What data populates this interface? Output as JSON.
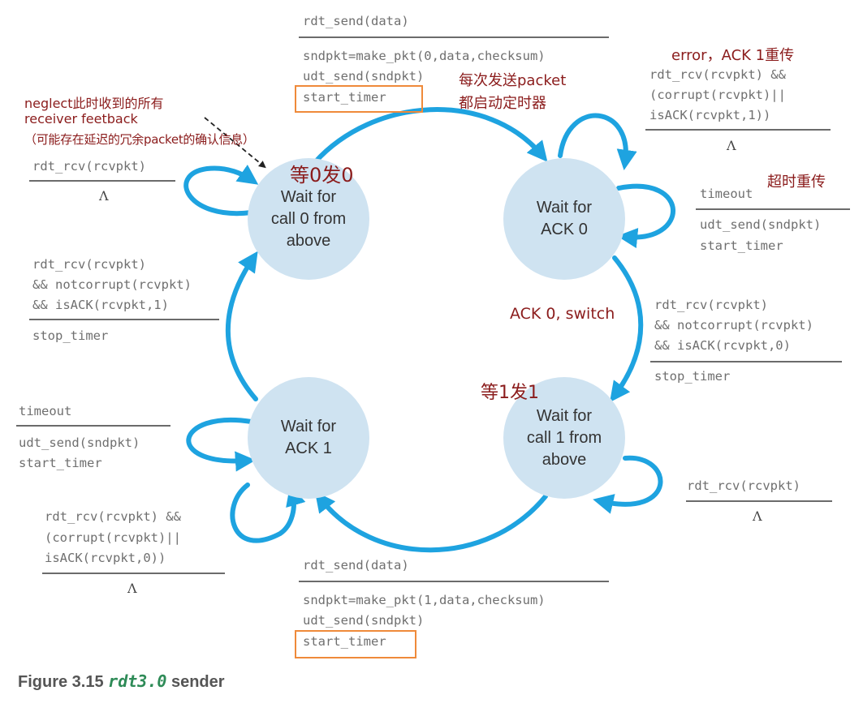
{
  "states": {
    "s0": "Wait for\ncall 0 from\nabove",
    "s1": "Wait for\nACK 0",
    "s2": "Wait for\ncall 1 from\nabove",
    "s3": "Wait for\nACK 1"
  },
  "transitions": {
    "t_s0_s1": {
      "event": "rdt_send(data)",
      "actions": [
        "sndpkt=make_pkt(0,data,checksum)",
        "udt_send(sndpkt)",
        "start_timer"
      ]
    },
    "t_s1_loop_err": {
      "event": [
        "rdt_rcv(rcvpkt) &&",
        "(corrupt(rcvpkt)||",
        "isACK(rcvpkt,1))"
      ],
      "action": "Λ"
    },
    "t_s1_timeout": {
      "event": "timeout",
      "actions": [
        "udt_send(sndpkt)",
        "start_timer"
      ]
    },
    "t_s1_s2": {
      "event": [
        "rdt_rcv(rcvpkt)",
        "&& notcorrupt(rcvpkt)",
        "&& isACK(rcvpkt,0)"
      ],
      "action": "stop_timer"
    },
    "t_s2_loop": {
      "event": "rdt_rcv(rcvpkt)",
      "action": "Λ"
    },
    "t_s2_s3": {
      "event": "rdt_send(data)",
      "actions": [
        "sndpkt=make_pkt(1,data,checksum)",
        "udt_send(sndpkt)",
        "start_timer"
      ]
    },
    "t_s3_loop_err": {
      "event": [
        "rdt_rcv(rcvpkt) &&",
        "(corrupt(rcvpkt)||",
        "isACK(rcvpkt,0))"
      ],
      "action": "Λ"
    },
    "t_s3_timeout": {
      "event": "timeout",
      "actions": [
        "udt_send(sndpkt)",
        "start_timer"
      ]
    },
    "t_s3_s0": {
      "event": [
        "rdt_rcv(rcvpkt)",
        "&& notcorrupt(rcvpkt)",
        "&& isACK(rcvpkt,1)"
      ],
      "action": "stop_timer"
    },
    "t_s0_loop": {
      "event": "rdt_rcv(rcvpkt)",
      "action": "Λ"
    }
  },
  "annotations": {
    "neglect": [
      "neglect此时收到的所有",
      "receiver feetback",
      "（可能存在延迟的冗余packet的确认信息）"
    ],
    "wait0send0": "等0发0",
    "error_ack1": "error，ACK 1重传",
    "each_send": [
      "每次发送packet",
      "都启动定时器"
    ],
    "timeout_resend": "超时重传",
    "ack0_switch": "ACK 0, switch",
    "wait1send1": "等1发1"
  },
  "caption": {
    "prefix": "Figure 3.15 ",
    "code": "rdt3.0",
    "suffix": " sender"
  },
  "colors": {
    "arrow": "#1ea3e0",
    "state_fill": "#cfe3f1",
    "annotation": "#8b1c1c",
    "highlight": "#ef8a3a"
  }
}
